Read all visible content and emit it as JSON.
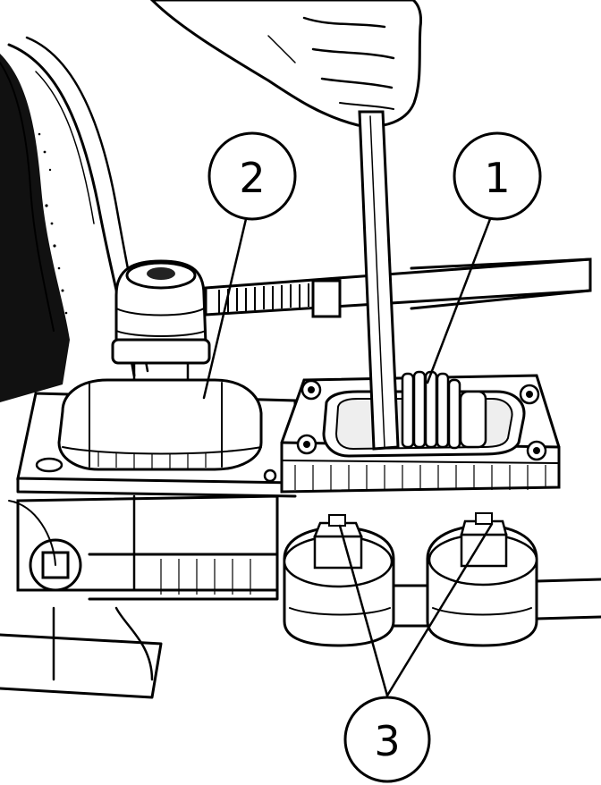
{
  "callouts": {
    "one": {
      "label": "1"
    },
    "two": {
      "label": "2"
    },
    "three": {
      "label": "3"
    }
  },
  "colors": {
    "ink": "#000000",
    "paper": "#ffffff"
  }
}
